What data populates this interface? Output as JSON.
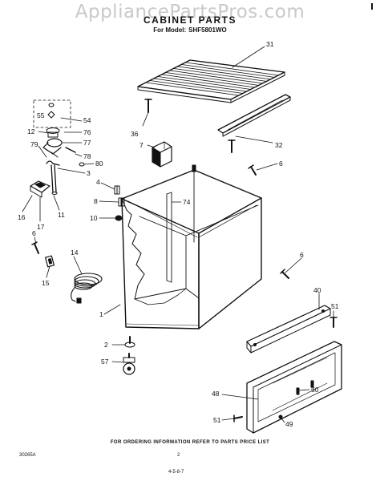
{
  "watermark": "AppliancePartsPros.com",
  "title": "CABINET PARTS",
  "model_label": "For Model:",
  "model_number": "SHF5801WO",
  "footer_note": "FOR ORDERING INFORMATION REFER TO PARTS PRICE LIST",
  "footer_code": "30265A",
  "page_number": "2",
  "doc_date": "4-5-8-7",
  "callouts": {
    "p31": "31",
    "p36": "36",
    "p32": "32",
    "p6a": "6",
    "p6b": "6",
    "p6c": "6",
    "p7": "7",
    "p55": "55",
    "p54": "54",
    "p12": "12",
    "p76": "76",
    "p77": "77",
    "p79": "79",
    "p78": "78",
    "p80": "80",
    "p3": "3",
    "p4": "4",
    "p8": "8",
    "p74": "74",
    "p10": "10",
    "p16": "16",
    "p17": "17",
    "p11": "11",
    "p14": "14",
    "p15": "15",
    "p1": "1",
    "p40": "40",
    "p51a": "51",
    "p51b": "51",
    "p2": "2",
    "p57": "57",
    "p48": "48",
    "p50": "50",
    "p49": "49"
  }
}
